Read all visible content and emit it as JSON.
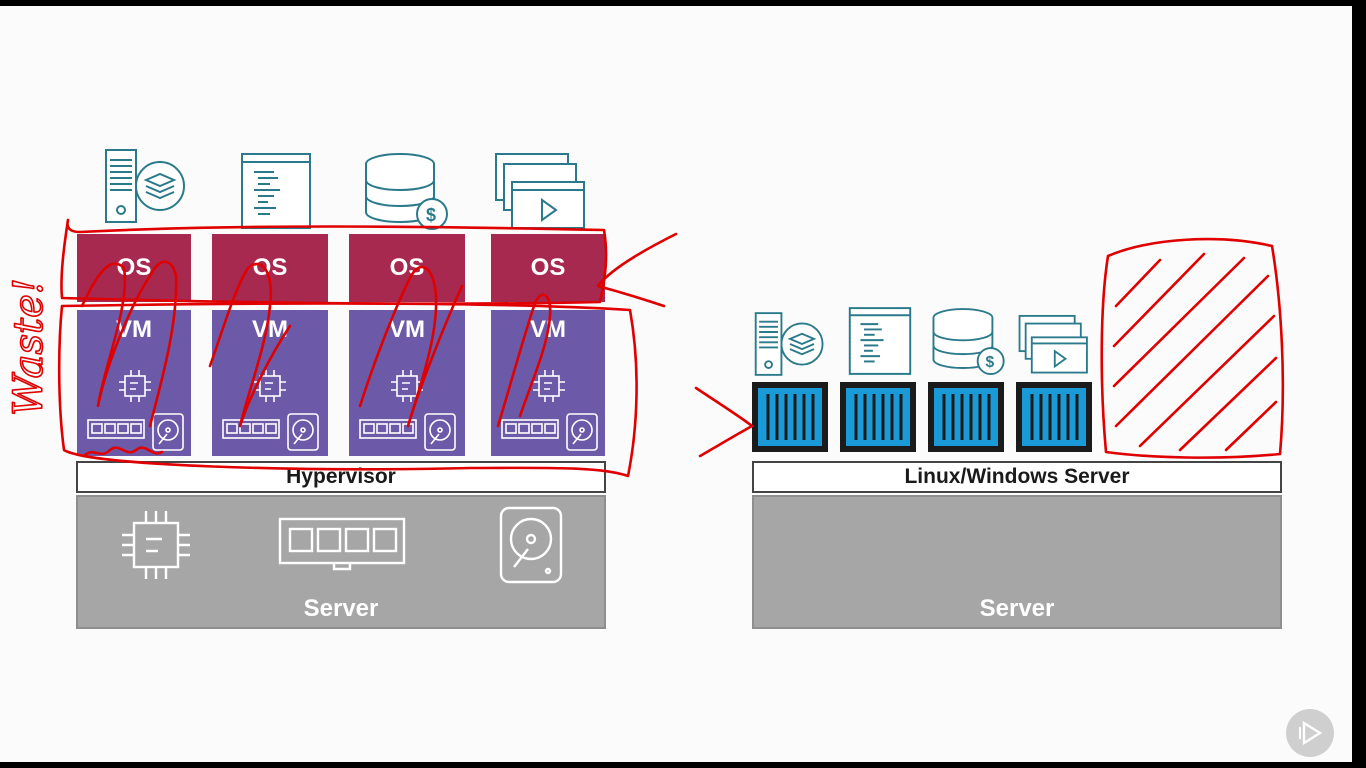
{
  "left_stack": {
    "os_label": "OS",
    "vm_label": "VM",
    "hypervisor_label": "Hypervisor",
    "server_label": "Server",
    "apps": [
      "server-database-icon",
      "code-file-icon",
      "database-money-icon",
      "media-windows-icon"
    ]
  },
  "right_stack": {
    "os_label": "Linux/Windows Server",
    "server_label": "Server",
    "apps": [
      "server-database-icon",
      "code-file-icon",
      "database-money-icon",
      "media-windows-icon"
    ]
  },
  "annotation": {
    "handwritten_text": "Waste!",
    "ink_color": "#e00000"
  },
  "colors": {
    "os": "#a72950",
    "vm": "#6c5aa8",
    "container_blue": "#1a9bd7",
    "server": "#a6a6a6",
    "icon_teal": "#2b7a8c"
  },
  "player": {
    "icon": "play-icon"
  }
}
